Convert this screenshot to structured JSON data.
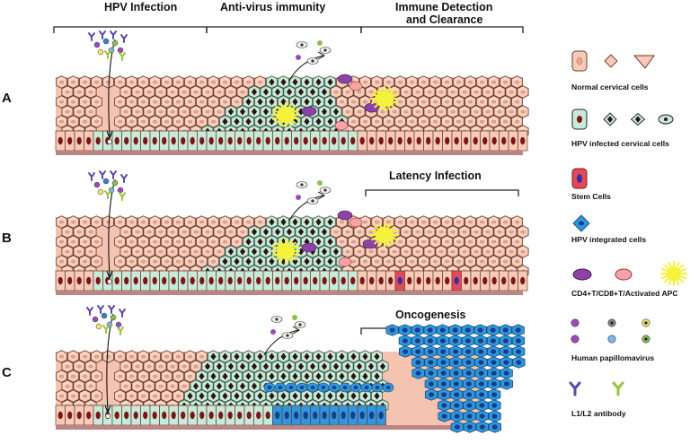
{
  "headers": {
    "hpv_infection": "HPV Infection",
    "anti_virus_immunity": "Anti-virus immunity",
    "immune_detection_line1": "Immune Detection",
    "immune_detection_line2": "and Clearance",
    "latency_infection": "Latency Infection",
    "oncogenesis": "Oncogenesis"
  },
  "rows": [
    "A",
    "B",
    "C"
  ],
  "legend": [
    {
      "label": "Normal cervical cells"
    },
    {
      "label": "HPV infected cervical cells"
    },
    {
      "label": "Stem Cells"
    },
    {
      "label": "HPV integrated cells"
    },
    {
      "label": "CD4+T/CD8+T/Activated APC"
    },
    {
      "label": "Human papillomavirus"
    },
    {
      "label": "L1/L2 antibody"
    }
  ],
  "colors": {
    "normal_cell_fill": "#f7cbb8",
    "normal_cell_stroke": "#6a3a2c",
    "infected_cell_fill": "#c9e9d9",
    "infected_nucleus": "#2a1414",
    "basal_nucleus": "#7a1616",
    "stem_cell_fill": "#e24a5a",
    "stem_nucleus": "#3a2ca0",
    "integrated_cell_fill": "#2f97dc",
    "integrated_nucleus": "#1a3a8a",
    "tcell_purple": "#8d42a8",
    "apc_yellow": "#f4f23a",
    "virus_green": "#8fc04a",
    "virus_purple": "#9b4bc0",
    "antibody_purple": "#5a4aa8",
    "antibody_green": "#98c43c",
    "membrane": "#b98585"
  }
}
